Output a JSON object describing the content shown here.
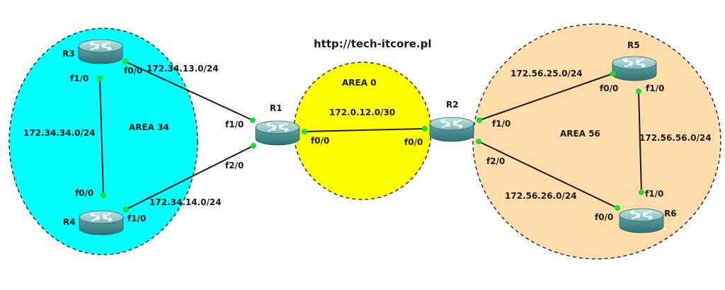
{
  "title": "http://tech-itcore.pl",
  "areas": {
    "area34": {
      "label": "AREA 34",
      "fill": "#00ffff"
    },
    "area0": {
      "label": "AREA 0",
      "fill": "#ffff00"
    },
    "area56": {
      "label": "AREA 56",
      "fill": "#ffdcaa"
    }
  },
  "routers": {
    "r1": "R1",
    "r2": "R2",
    "r3": "R3",
    "r4": "R4",
    "r5": "R5",
    "r6": "R6"
  },
  "links": {
    "r1_r2": "172.0.12.0/30",
    "r1_r3": "172.34.13.0/24",
    "r3_r4": "172.34.34.0/24",
    "r1_r4": "172.34.14.0/24",
    "r2_r5": "172.56.25.0/24",
    "r5_r6": "172.56.56.0/24",
    "r2_r6": "172.56.26.0/24"
  },
  "interfaces": {
    "r1_f00": "f0/0",
    "r1_f10": "f1/0",
    "r1_f20": "f2/0",
    "r2_f00": "f0/0",
    "r2_f10": "f1/0",
    "r2_f20": "f2/0",
    "r3_f00": "f0/0",
    "r3_f10": "f1/0",
    "r4_f00": "f0/0",
    "r4_f10": "f1/0",
    "r5_f00": "f0/0",
    "r5_f10": "f1/0",
    "r6_f00": "f0/0",
    "r6_f10": "f1/0"
  },
  "colors": {
    "port": "#22dd22",
    "router_body": "#3f8c8f",
    "router_top": "#9ccfd0"
  }
}
